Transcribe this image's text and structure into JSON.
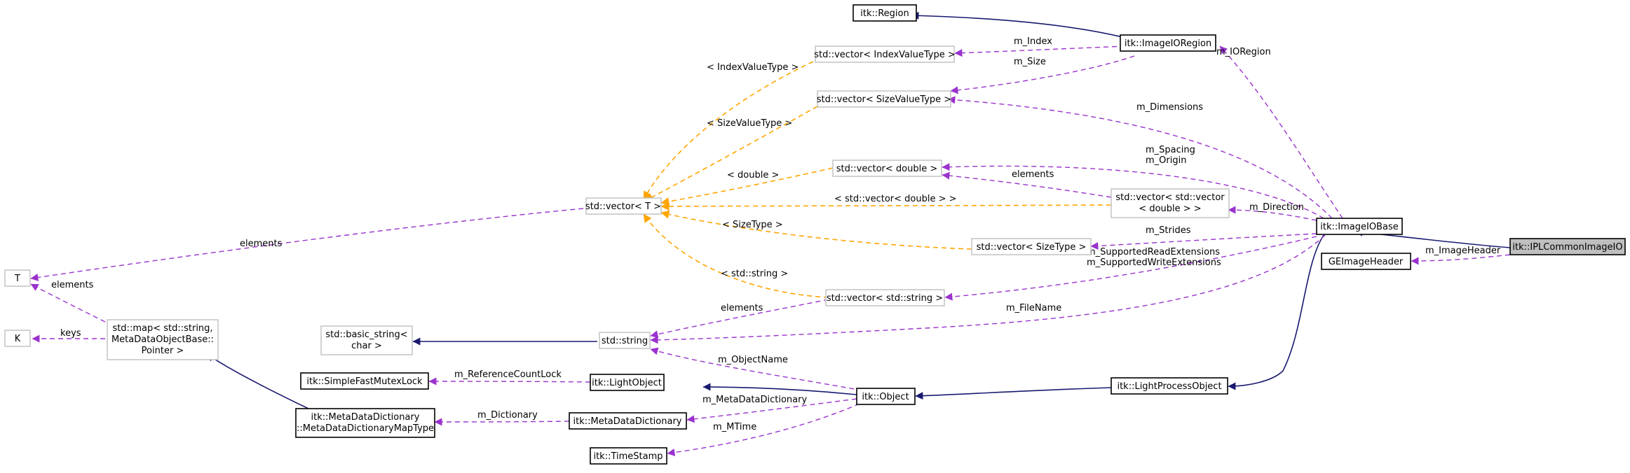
{
  "nodes": {
    "region": "itk::Region",
    "imageio_region": "itk::ImageIORegion",
    "vec_index": "std::vector< IndexValueType >",
    "vec_size": "std::vector< SizeValueType >",
    "vec_double": "std::vector< double >",
    "vec_t": "std::vector< T >",
    "vec_vec_line1": "std::vector< std::vector",
    "vec_vec_line2": "< double > >",
    "vec_sizetype": "std::vector< SizeType >",
    "vec_string": "std::vector< std::string >",
    "t": "T",
    "k": "K",
    "map_line1": "std::map< std::string,",
    "map_line2": "MetaDataObjectBase::",
    "map_line3": "Pointer >",
    "basic_string_line1": "std::basic_string<",
    "basic_string_line2": "char >",
    "std_string": "std::string",
    "mutex_lock": "itk::SimpleFastMutexLock",
    "light_object": "itk::LightObject",
    "mdd_maptype_line1": "itk::MetaDataDictionary",
    "mdd_maptype_line2": "::MetaDataDictionaryMapType",
    "mdd": "itk::MetaDataDictionary",
    "timestamp": "itk::TimeStamp",
    "object": "itk::Object",
    "light_process_object": "itk::LightProcessObject",
    "imageio_base": "itk::ImageIOBase",
    "ge_image_header": "GEImageHeader",
    "ipl_common": "itk::IPLCommonImageIO"
  },
  "edge_labels": {
    "m_index": "m_Index",
    "m_size": "m_Size",
    "m_ioregion": "m_IORegion",
    "m_dimensions": "m_Dimensions",
    "index_value_type": "< IndexValueType >",
    "size_value_type": "< SizeValueType >",
    "double_t": "< double >",
    "m_spacing": "m_Spacing",
    "m_origin": "m_Origin",
    "elements_vv": "elements",
    "vec_double_t": "< std::vector< double > >",
    "m_direction": "m_Direction",
    "size_type_t": "< SizeType >",
    "m_strides": "m_Strides",
    "m_supported_read": "m_SupportedReadExtensions",
    "m_supported_write": "m_SupportedWriteExtensions",
    "m_image_header": "m_ImageHeader",
    "elements_t": "elements",
    "elements_map": "elements",
    "keys": "keys",
    "string_t": "< std::string >",
    "elements_str": "elements",
    "m_filename": "m_FileName",
    "m_object_name": "m_ObjectName",
    "m_reference_count_lock": "m_ReferenceCountLock",
    "m_metadata_dictionary": "m_MetaDataDictionary",
    "m_dictionary": "m_Dictionary",
    "m_mtime": "m_MTime"
  },
  "colors": {
    "inheritance": "#191970",
    "member": "#9a32cd",
    "template": "#ffa500",
    "focus_fill": "#bfbfbf",
    "strong_border": "#000000",
    "weak_border": "#bfbfbf"
  }
}
